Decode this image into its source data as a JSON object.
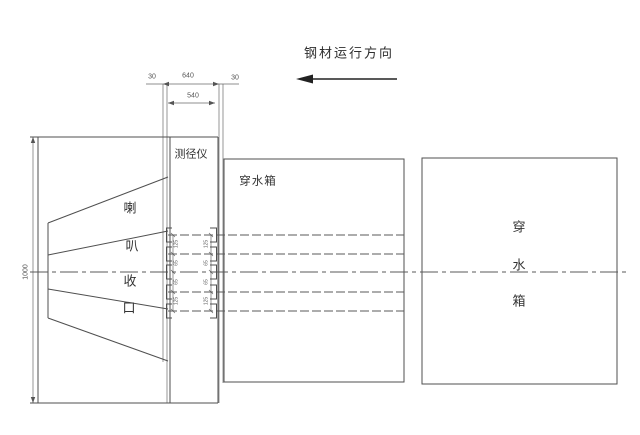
{
  "colors": {
    "background": "#ffffff",
    "line": "#4f4f4f",
    "dim_line": "#6a6a6a",
    "text": "#333333"
  },
  "header": {
    "direction_label": "钢材运行方向"
  },
  "dims": {
    "top_left_margin": "30",
    "top_width": "640",
    "top_right_margin": "30",
    "inner_width": "540",
    "left_height": "1000",
    "gaps_left": [
      "125",
      "65",
      "65",
      "125"
    ],
    "gaps_right": [
      "125",
      "65",
      "65",
      "125"
    ]
  },
  "gauge": {
    "label": "测径仪"
  },
  "middle_box": {
    "label": "穿水箱"
  },
  "right_box": {
    "chars": [
      "穿",
      "水",
      "箱"
    ]
  },
  "horn": {
    "chars": [
      "喇",
      "叭",
      "收",
      "口"
    ]
  }
}
